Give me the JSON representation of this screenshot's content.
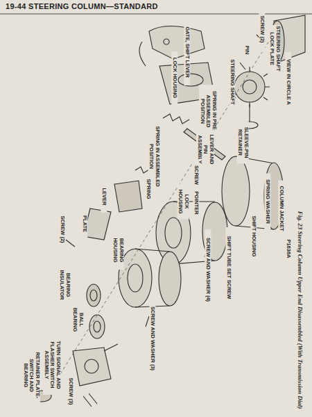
{
  "diagram": {
    "title": "19-44 STEERING COLUMN—STANDARD",
    "caption": "Fig. 23 Steering Column Upper End Disassembled (With Transmission Dial)",
    "labels": [
      "SCREW (2)",
      "PIN",
      "STEERING SHAFT LOCK PLATE",
      "VIEW IN CIRCLE A",
      "STEERING SHAFT",
      "GATE, SHIFT LEVER",
      "LOCK HOUSING",
      "SPRING IN PRE-ASSEMBLED POSITION",
      "LEVER AND PIN ASSEMBLY",
      "SLEEVE-PIN RETAINER",
      "SCREW",
      "POINTER",
      "LOCK HOUSING",
      "SPRING WASHER",
      "COLUMN JACKET",
      "P1636A",
      "SHIFT HOUSING",
      "SHIFT TUBE SET SCREW",
      "SCREW AND WASHER (4)",
      "SPRING IN ASSEMBLED POSITION",
      "SPRING",
      "LEVER",
      "PLATE",
      "SCREW (2)",
      "BEARING HOUSING",
      "BEARING INSULATOR",
      "BALL BEARING",
      "TURN SIGNAL AND FLASHER SWITCH ASSEMBLY",
      "RETAINER PLATE-SWITCH AND BEARING",
      "SCREW (3)",
      "SCREW AND WASHER (3)"
    ]
  }
}
